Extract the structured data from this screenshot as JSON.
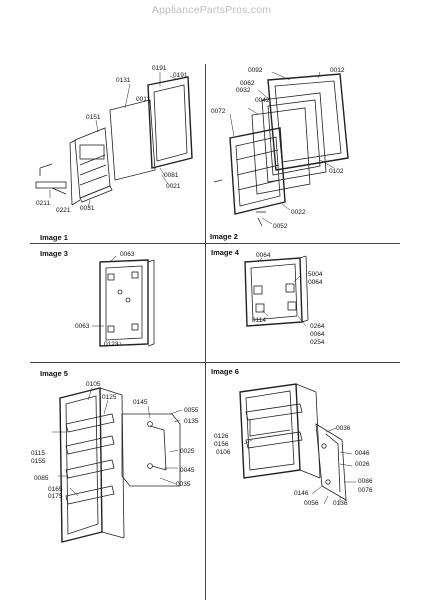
{
  "watermark": "AppliancePartsPros.com",
  "panels": {
    "image1": {
      "title": "Image 1",
      "parts": [
        "0191",
        "0191",
        "0131",
        "0011",
        "0151",
        "0081",
        "0021",
        "0211",
        "0221",
        "0031"
      ]
    },
    "image2": {
      "title": "Image 2",
      "parts": [
        "0092",
        "0012",
        "0032",
        "0062",
        "0042",
        "0072",
        "0102",
        "0022",
        "0052"
      ]
    },
    "image3": {
      "title": "Image 3",
      "parts": [
        "0063",
        "0063",
        "0123"
      ]
    },
    "image4": {
      "title": "Image 4",
      "parts": [
        "0064",
        "5004",
        "0064",
        "0114",
        "0264",
        "0064",
        "0254"
      ]
    },
    "image5": {
      "title": "Image 5",
      "parts": [
        "0105",
        "0125",
        "0145",
        "0055",
        "0135",
        "0115",
        "0155",
        "0025",
        "0085",
        "0045",
        "0165",
        "0175",
        "0035"
      ]
    },
    "image6": {
      "title": "Image 6",
      "parts": [
        "0126",
        "0156",
        "0106",
        "0036",
        "0046",
        "0026",
        "0086",
        "0076",
        "0146",
        "0056",
        "0136"
      ]
    }
  },
  "colors": {
    "line": "#222222",
    "watermark": "#bdbdbd"
  }
}
